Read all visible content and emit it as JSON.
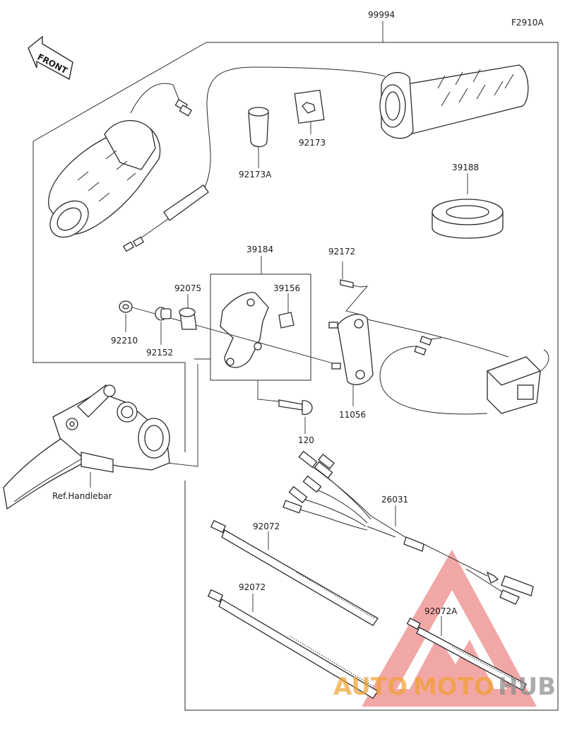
{
  "figure_code": "F2910A",
  "front_label": "FRONT",
  "ref_label": "Ref.Handlebar",
  "parts": {
    "p99994": "99994",
    "p92173": "92173",
    "p92173A": "92173A",
    "p39188": "39188",
    "p39184": "39184",
    "p92172": "92172",
    "p92075": "92075",
    "p39156": "39156",
    "p92210": "92210",
    "p92152": "92152",
    "p11056": "11056",
    "p120": "120",
    "p26031": "26031",
    "p92072_a": "92072",
    "p92072_b": "92072",
    "p92072A": "92072A"
  },
  "watermark": {
    "part1": "AUTO",
    "part2": "MOTO",
    "part3": "HUB",
    "color_red": "#e23c3c",
    "color_orange": "#f0a030",
    "color_gray": "#9a9a9a"
  }
}
